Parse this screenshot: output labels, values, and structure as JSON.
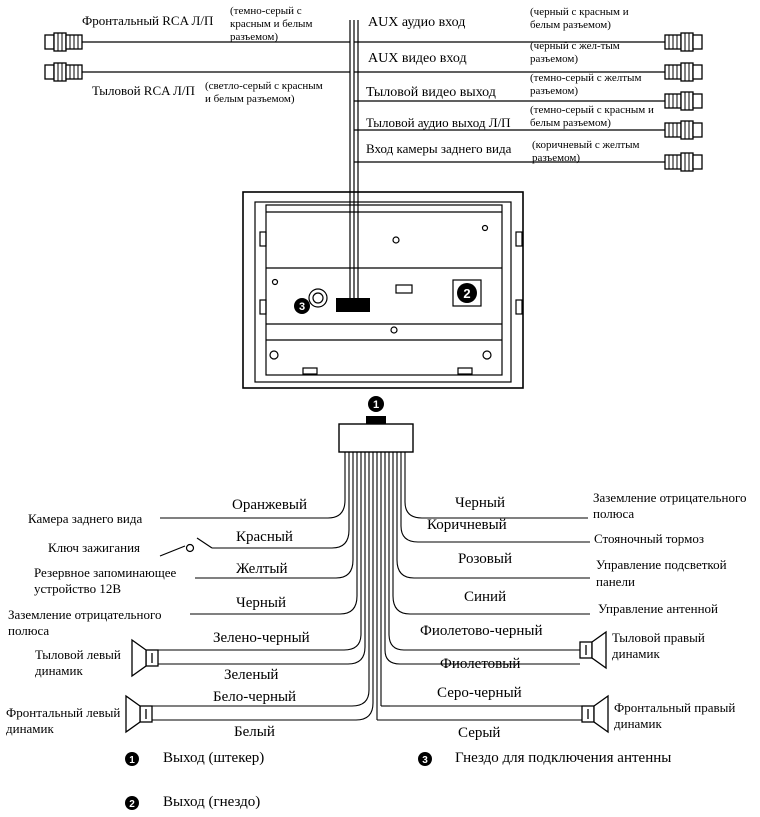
{
  "rca": {
    "front_rca": "Фронтальный RCA Л/П",
    "front_rca_note": "(темно-серый с красным и белым разъемом)",
    "rear_rca": "Тыловой RCA Л/П",
    "rear_rca_note": "(светло-серый с красным и белым разъемом)",
    "aux_audio": "AUX аудио вход",
    "aux_audio_note": "(черный с красным и белым разъемом)",
    "aux_video": "AUX видео вход",
    "aux_video_note": "(черный с жел-тым разъемом)",
    "rear_video_out": "Тыловой видео выход",
    "rear_video_out_note": "(темно-серый с желтым разъемом)",
    "rear_audio_out": "Тыловой аудио выход Л/П",
    "rear_audio_out_note": "(темно-серый с красным и белым разъемом)",
    "camera_in": "Вход камеры заднего вида",
    "camera_in_note": "(коричневый с желтым разъемом)"
  },
  "unit": {
    "marker_1": "1",
    "marker_2": "2",
    "marker_3": "3"
  },
  "left_wires": {
    "orange": "Оранжевый",
    "red": "Красный",
    "yellow": "Желтый",
    "black": "Черный",
    "green_black": "Зелено-черный",
    "green": "Зеленый",
    "white_black": "Бело-черный",
    "white": "Белый"
  },
  "left_labels": {
    "camera": "Камера заднего вида",
    "ignition": "Ключ зажигания",
    "backup_1": "Резервное запоминающее",
    "backup_2": "устройство 12В",
    "ground_1": "Заземление отрицательного",
    "ground_2": "полюса",
    "rear_left_1": "Тыловой левый",
    "rear_left_2": "динамик",
    "front_left_1": "Фронтальный левый",
    "front_left_2": "динамик"
  },
  "right_wires": {
    "black": "Черный",
    "brown": "Коричневый",
    "pink": "Розовый",
    "blue": "Синий",
    "violet_black": "Фиолетово-черный",
    "violet": "Фиолетовый",
    "gray_black": "Серо-черный",
    "gray": "Серый"
  },
  "right_labels": {
    "ground_1": "Заземление отрицательного",
    "ground_2": "полюса",
    "parking": "Стояночный тормоз",
    "illum_1": "Управление подсветкой",
    "illum_2": "панели",
    "antenna": "Управление антенной",
    "rear_right_1": "Тыловой правый",
    "rear_right_2": "динамик",
    "front_right_1": "Фронтальный правый",
    "front_right_2": "динамик"
  },
  "legend": {
    "item_1": "Выход (штекер)",
    "item_2": "Выход (гнездо)",
    "item_3": "Гнездо для подключения антенны"
  }
}
